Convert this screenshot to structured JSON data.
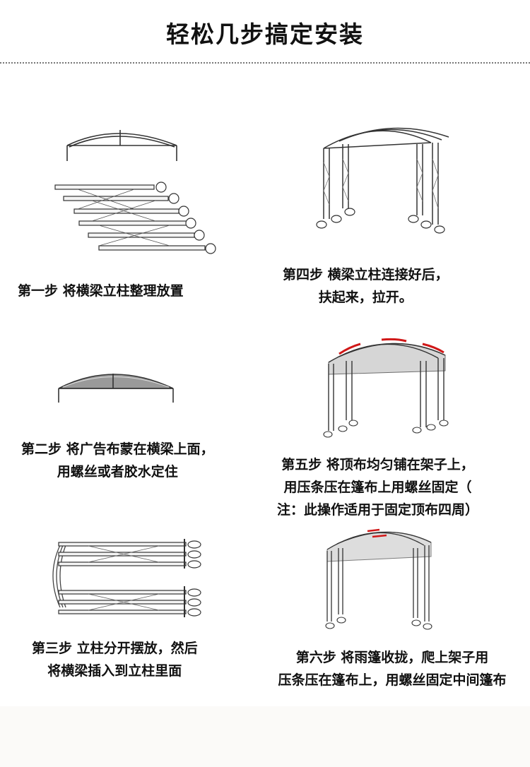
{
  "title": "轻松几步搞定安装",
  "steps": [
    {
      "line1": "第一步 将横梁立柱整理放置",
      "line2": ""
    },
    {
      "line1": "第二步 将广告布蒙在横梁上面，",
      "line2": "用螺丝或者胶水定住"
    },
    {
      "line1": "第三步 立柱分开摆放，然后",
      "line2": "将横梁插入到立柱里面"
    },
    {
      "line1": "第四步 横梁立柱连接好后，",
      "line2": "扶起来，拉开。"
    },
    {
      "line1": "第五步 将顶布均匀铺在架子上，",
      "line2": "用压条压在篷布上用螺丝固定（",
      "line3": "注：此操作适用于固定顶布四周）"
    },
    {
      "line1": "第六步 将雨篷收拢，爬上架子用",
      "line2": "压条压在篷布上，用螺丝固定中间篷布"
    }
  ],
  "colors": {
    "line": "#3a3a3a",
    "cover": "#9a9a9a",
    "clip": "#d01818"
  }
}
